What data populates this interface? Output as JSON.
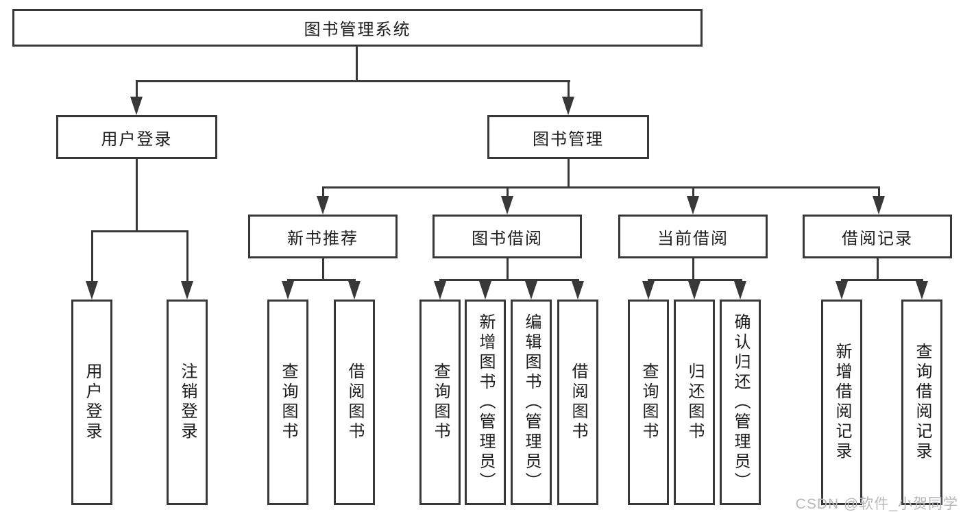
{
  "diagram": {
    "title": "图书管理系统",
    "root": {
      "label": "图书管理系统"
    },
    "level1": {
      "user_login": {
        "label": "用户登录"
      },
      "book_mgmt": {
        "label": "图书管理"
      }
    },
    "level2": {
      "new_book": {
        "label": "新书推荐"
      },
      "borrow": {
        "label": "图书借阅"
      },
      "current": {
        "label": "当前借阅"
      },
      "record": {
        "label": "借阅记录"
      }
    },
    "leaves": {
      "user_login_leaf": {
        "label": "用户登录"
      },
      "logout": {
        "label": "注销登录"
      },
      "nb_query": {
        "label": "查询图书"
      },
      "nb_borrow": {
        "label": "借阅图书"
      },
      "bb_query": {
        "label": "查询图书"
      },
      "bb_add": {
        "label": "新增图书（管理员）"
      },
      "bb_edit": {
        "label": "编辑图书（管理员）"
      },
      "bb_borrow": {
        "label": "借阅图书"
      },
      "cb_query": {
        "label": "查询图书"
      },
      "cb_return": {
        "label": "归还图书"
      },
      "cb_confirm": {
        "label": "确认归还（管理员）"
      },
      "br_add": {
        "label": "新增借阅记录"
      },
      "br_query": {
        "label": "查询借阅记录"
      }
    }
  },
  "watermark": {
    "text": "CSDN @软件_小贺同学",
    "color": "#b5b9bf"
  },
  "colors": {
    "line": "#383838",
    "border": "#383838",
    "text": "#1c1c1c",
    "background": "#ffffff"
  }
}
